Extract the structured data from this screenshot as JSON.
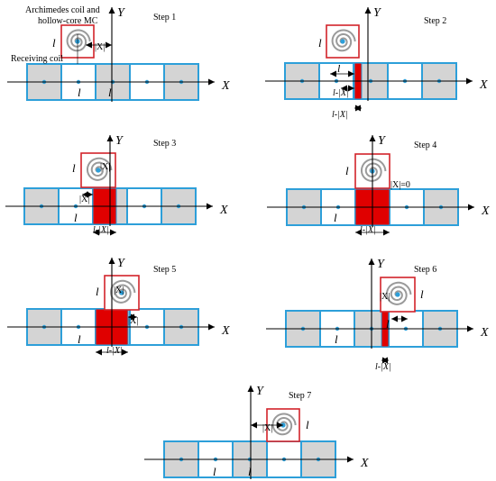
{
  "axes": {
    "x": "X",
    "y": "Y"
  },
  "labels": {
    "coil_line1": "Archimedes coil and",
    "coil_line2": "hollow-core MC",
    "receiving": "Receiving coil",
    "side": "l",
    "x_abs": "|X|",
    "l_minus_x": "l-|X|",
    "x_zero": "|X|=0"
  },
  "steps": [
    "Step 1",
    "Step 2",
    "Step 3",
    "Step 4",
    "Step 5",
    "Step 6",
    "Step 7"
  ],
  "colors": {
    "tile_border": "#2d9fd9",
    "gray_fill": "#d4d4d4",
    "overlap": "#e00000",
    "coil_box": "#d2232a",
    "dot": "#2d9fd9",
    "spiral": "#9a9a9a"
  }
}
